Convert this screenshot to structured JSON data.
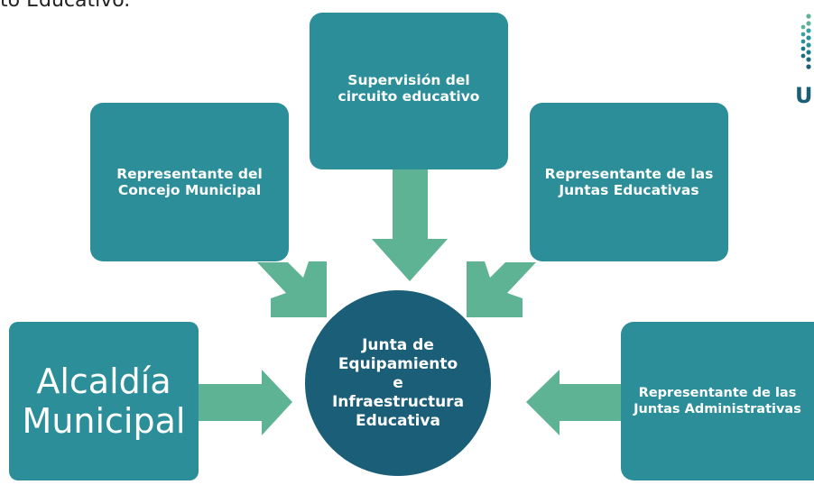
{
  "header": {
    "partial_title": "to Educativo."
  },
  "diagram": {
    "center": "Junta de\nEquipamiento\ne\nInfraestructura\nEducativa",
    "nodes": {
      "top": "Supervisión del\ncircuito educativo",
      "upper_left": "Representante del\nConcejo Municipal",
      "upper_right": "Representante de las\nJuntas Educativas",
      "lower_left": "Alcaldía\nMunicipal",
      "lower_right": "Representante de las\nJuntas Administrativas"
    }
  },
  "logo": {
    "letter": "U"
  },
  "colors": {
    "box": "#2b8e98",
    "center": "#1a5e78",
    "arrow": "#5db394"
  }
}
